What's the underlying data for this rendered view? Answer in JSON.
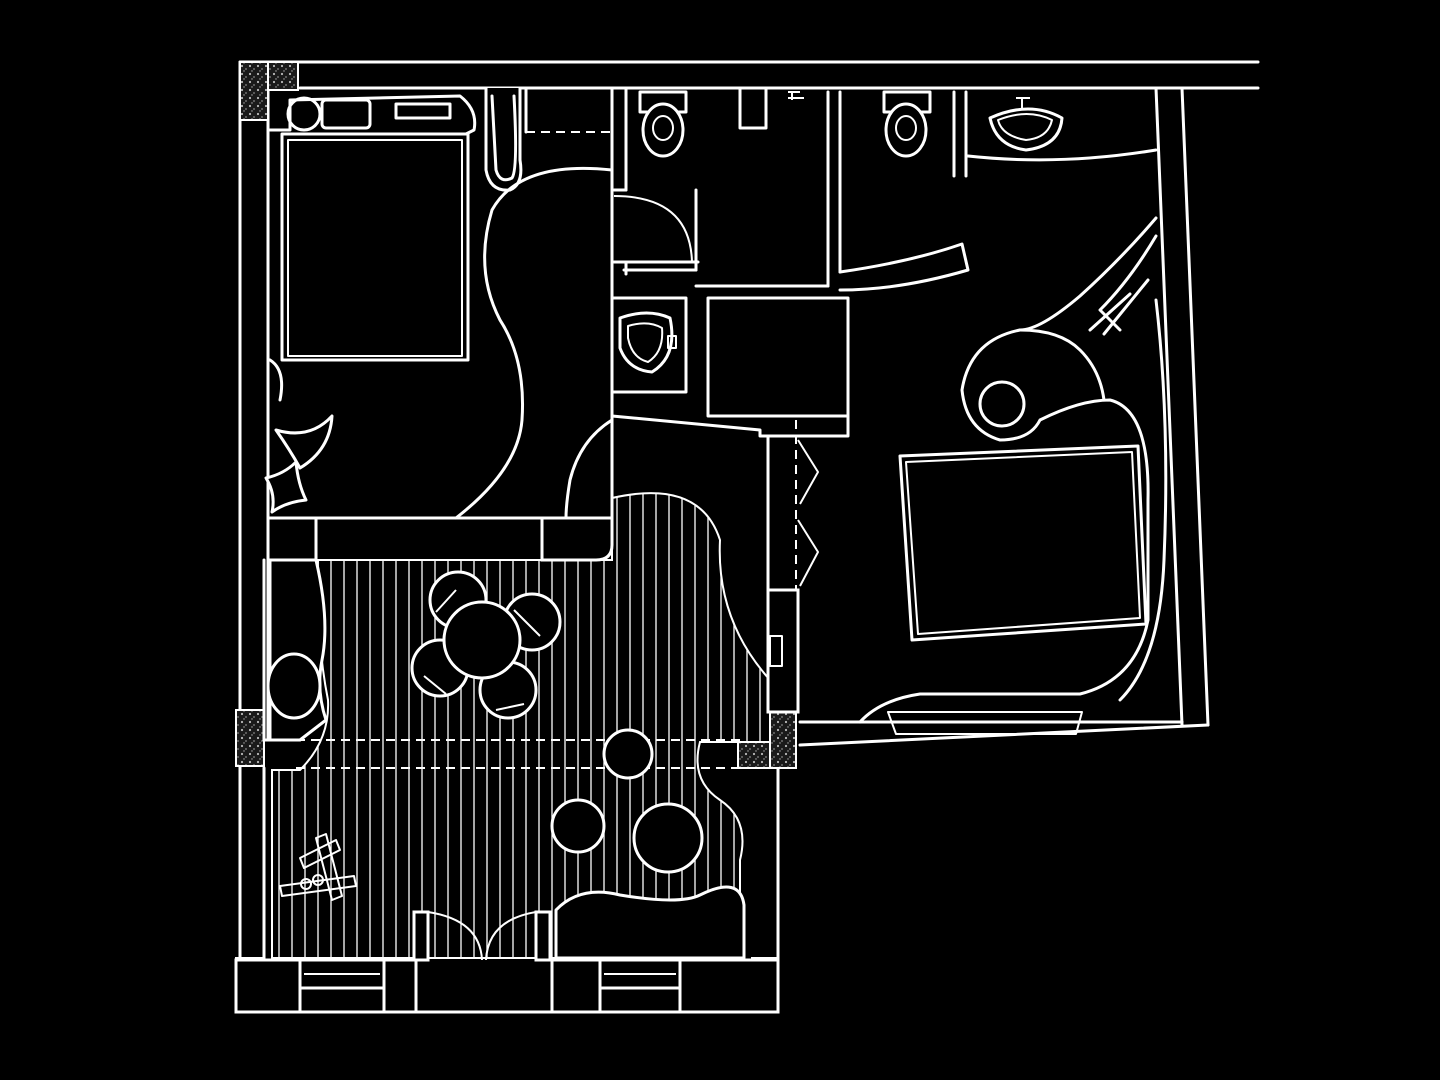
{
  "drawing": {
    "kind": "architectural floor plan",
    "background": "#000000",
    "line_color": "#ffffff"
  },
  "rooms": [
    {
      "id": "bedroom-left",
      "furniture": [
        "double-bed",
        "nightstand",
        "wardrobe",
        "lounge-chairs"
      ]
    },
    {
      "id": "bathroom-left",
      "furniture": [
        "toilet",
        "washbasin",
        "swing-door"
      ]
    },
    {
      "id": "bathroom-right",
      "furniture": [
        "toilet",
        "washbasin",
        "curved-partition"
      ]
    },
    {
      "id": "bedroom-right",
      "furniture": [
        "double-bed",
        "curved-lounge",
        "window-seat"
      ]
    },
    {
      "id": "living-area",
      "furniture": [
        "round-dining-table",
        "dining-chairs",
        "round-stools",
        "bench",
        "french-door"
      ]
    }
  ]
}
